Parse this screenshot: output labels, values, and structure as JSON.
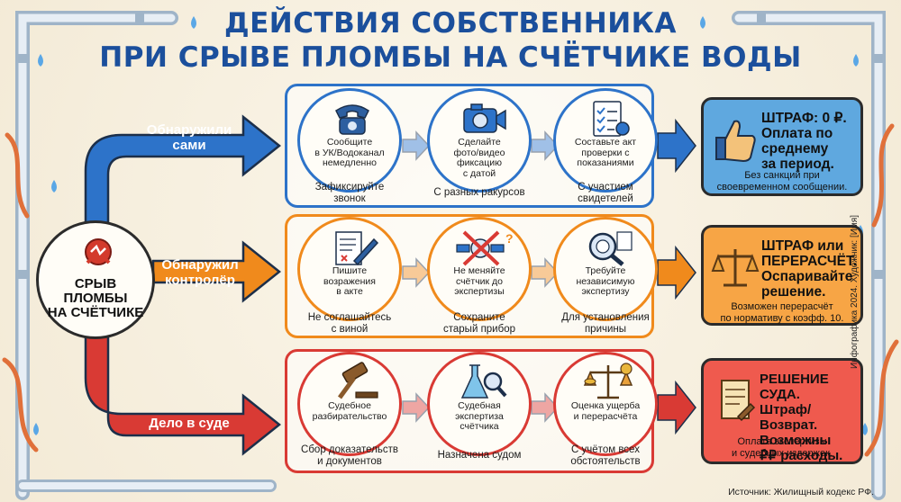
{
  "title": {
    "line1": "ДЕЙСТВИЯ СОБСТВЕННИКА",
    "line2": "ПРИ СРЫВЕ ПЛОМБЫ НА СЧЁТЧИКЕ ВОДЫ"
  },
  "center": {
    "label": "СРЫВ\nПЛОМБЫ\nНА СЧЁТЧИКЕ",
    "icon": "broken-seal-icon"
  },
  "rows": [
    {
      "branch_label": "Обнаружили\nсами",
      "color": "#2d73c9",
      "steps": [
        {
          "icon": "telephone-icon",
          "text": "Сообщите\nв УК/Водоканал\nнемедленно",
          "caption": "Зафиксируйте\nзвонок"
        },
        {
          "icon": "camera-icon",
          "text": "Сделайте\nфото/видео\nфиксацию\nс датой",
          "caption": "С разных ракурсов"
        },
        {
          "icon": "checklist-icon",
          "text": "Составьте акт\nпроверки с\nпоказаниями",
          "caption": "С участием\nсвидетелей"
        }
      ],
      "outcome": {
        "icon": "thumbs-up-icon",
        "title": "ШТРАФ: 0 ₽.\nОплата по\nсреднему\nза период.",
        "note": "Без санкций при\nсвоевременном сообщении.",
        "bg": "#5fa8df"
      }
    },
    {
      "branch_label": "Обнаружил\nконтролёр",
      "color": "#f08a1c",
      "steps": [
        {
          "icon": "pen-document-icon",
          "text": "Пишите\nвозражения\nв акте",
          "caption": "Не соглашайтесь\nс виной"
        },
        {
          "icon": "crossed-tools-icon",
          "text": "Не меняйте\nсчётчик до\nэкспертизы",
          "caption": "Сохраните\nстарый прибор"
        },
        {
          "icon": "magnifier-meter-icon",
          "text": "Требуйте\nнезависимую\nэкспертизу",
          "caption": "Для установления\nпричины"
        }
      ],
      "outcome": {
        "icon": "scales-icon",
        "title": "ШТРАФ или\nПЕРЕРАСЧЁТ.\nОспаривайте\nрешение.",
        "note": "Возможен перерасчёт\nпо нормативу с коэфф. 10.",
        "bg": "#f7a545"
      }
    },
    {
      "branch_label": "Дело в суде",
      "color": "#d93a34",
      "steps": [
        {
          "icon": "gavel-icon",
          "text": "Судебное\nразбирательство",
          "caption": "Сбор доказательств\nи документов"
        },
        {
          "icon": "flask-magnifier-icon",
          "text": "Судебная\nэкспертиза\nсчётчика",
          "caption": "Назначена судом"
        },
        {
          "icon": "balance-coins-icon",
          "text": "Оценка ущерба\nи перерасчёта",
          "caption": "С учётом всех\nобстоятельств"
        }
      ],
      "outcome": {
        "icon": "scroll-icon",
        "title": "РЕШЕНИЕ СУДА.\nШтраф/Возврат.\nВозможны\n₽₽ расходы.",
        "note": "Оплата экспертизы\nи судебных издержек.",
        "bg": "#ef5a4e"
      }
    }
  ],
  "credit": "Инфографика 2024. Художник: [Имя]",
  "source": "Источник: Жилищный кодекс РФ."
}
